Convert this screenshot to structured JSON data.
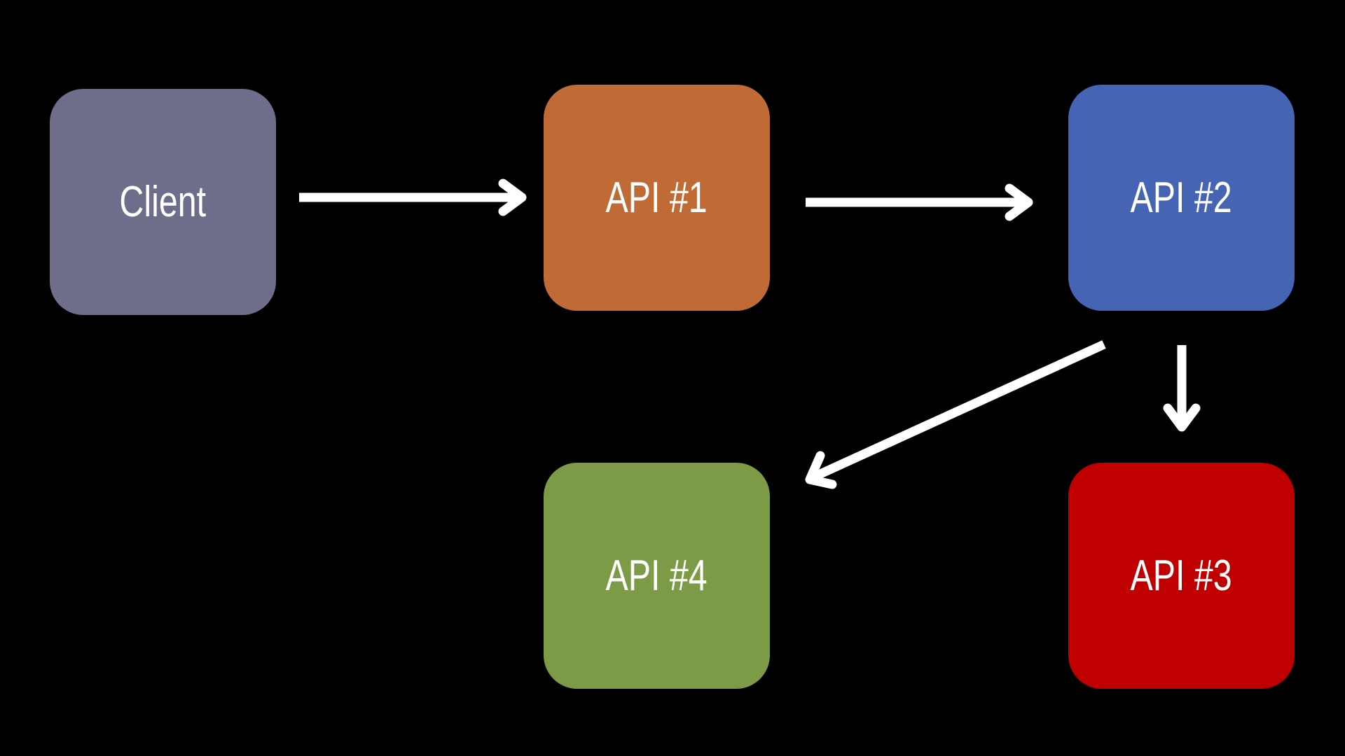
{
  "diagram": {
    "background": "#000000",
    "label_color": "#ffffff",
    "nodes": {
      "client": {
        "label": "Client",
        "color": "#6e6e8a"
      },
      "api1": {
        "label": "API #1",
        "color": "#c06a35"
      },
      "api2": {
        "label": "API #2",
        "color": "#4564b4"
      },
      "api3": {
        "label": "API #3",
        "color": "#c00000"
      },
      "api4": {
        "label": "API #4",
        "color": "#7d9b46"
      }
    },
    "edges": [
      {
        "from": "client",
        "to": "api1"
      },
      {
        "from": "api1",
        "to": "api2"
      },
      {
        "from": "api2",
        "to": "api3"
      },
      {
        "from": "api2",
        "to": "api4"
      }
    ]
  }
}
